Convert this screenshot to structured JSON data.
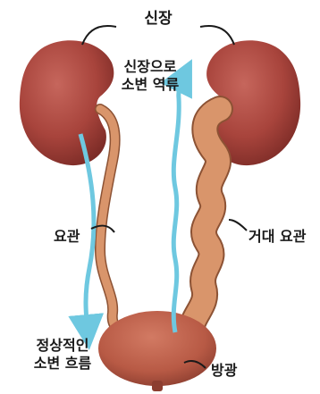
{
  "labels": {
    "kidney": "신장",
    "reflux_line1": "신장으로",
    "reflux_line2": "소변 역류",
    "ureter": "요관",
    "megaureter": "거대 요관",
    "normal_line1": "정상적인",
    "normal_line2": "소변 흐름",
    "bladder": "방광"
  },
  "colors": {
    "kidney": "#a8443c",
    "ureter": "#d9956b",
    "bladder": "#b85a45",
    "arrow": "#6ec8e0"
  }
}
